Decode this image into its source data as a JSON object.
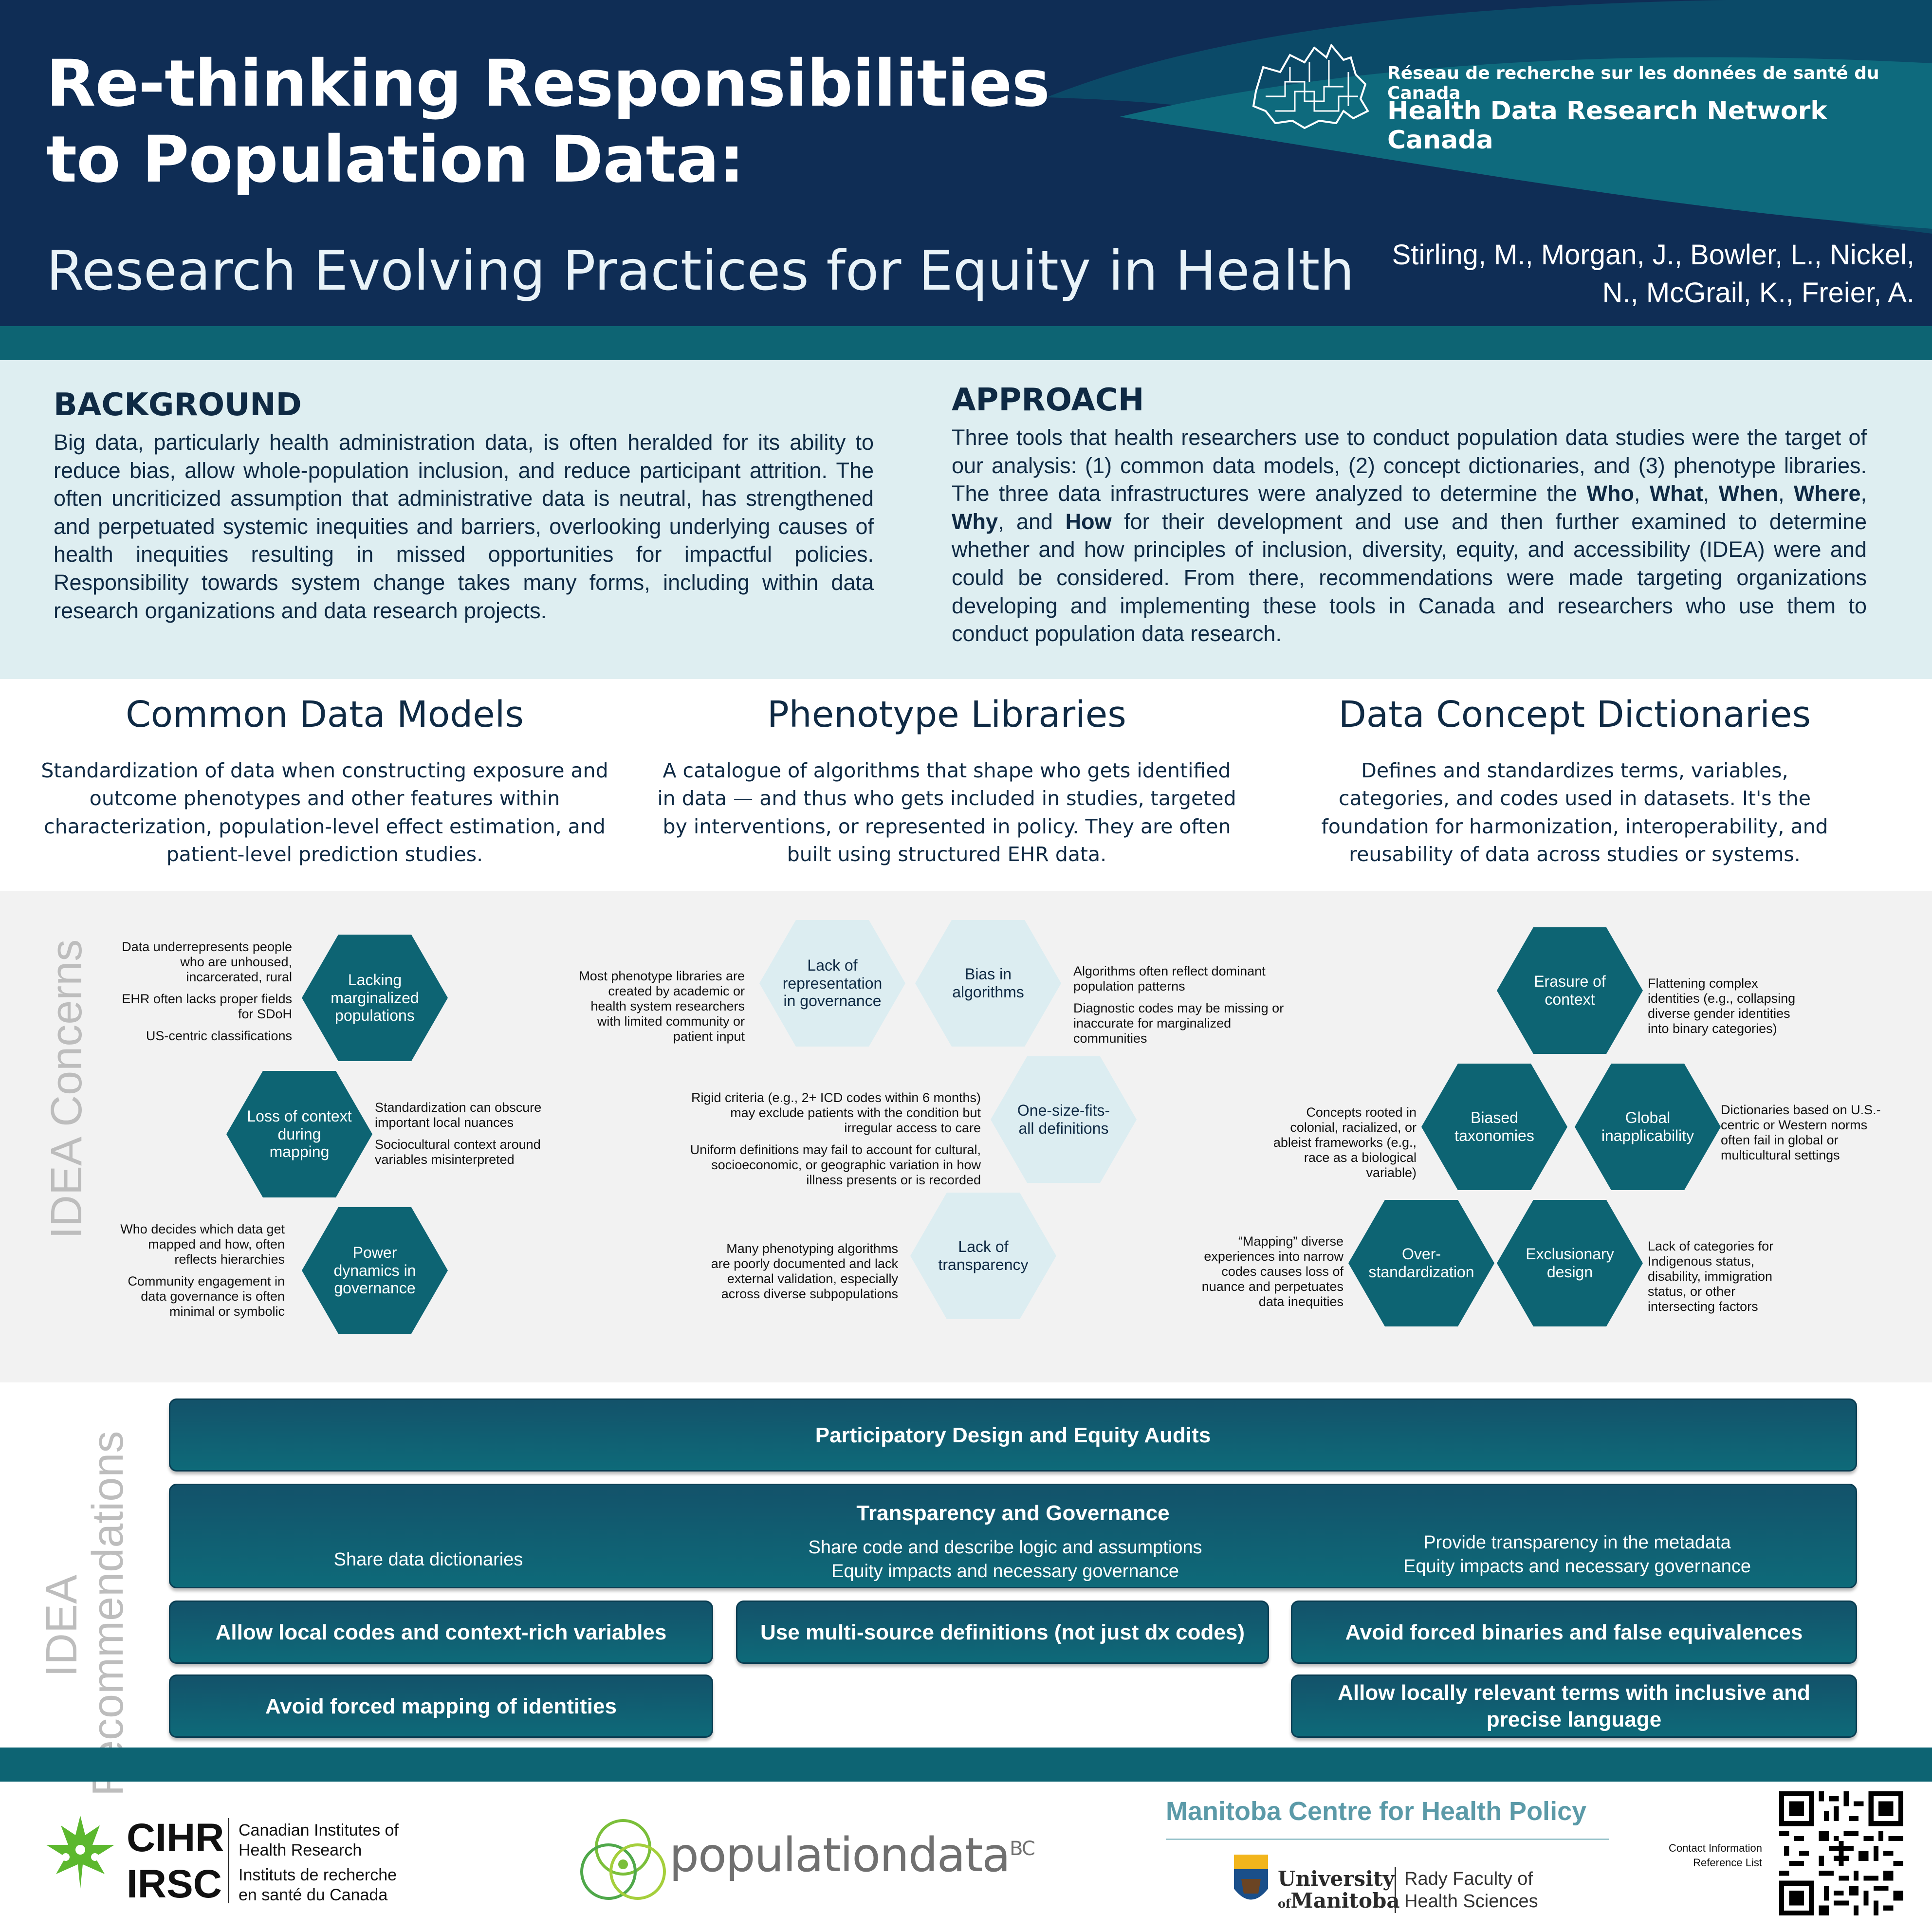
{
  "header": {
    "title_line1": "Re-thinking Responsibilities",
    "title_line2": "to Population Data:",
    "subtitle": "Research Evolving Practices for Equity in Health",
    "authors_line1": "Stirling, M., Morgan, J., Bowler, L., Nickel,",
    "authors_line2": "N., McGrail, K., Freier, A.",
    "org_fr": "Réseau de recherche sur les données de santé du Canada",
    "org_en": "Health Data Research Network Canada"
  },
  "background": {
    "title": "BACKGROUND",
    "body": "Big data, particularly health administration data, is often heralded for its ability to reduce bias, allow whole-population inclusion, and reduce participant attrition. The often uncriticized assumption that administrative data is neutral, has strengthened and perpetuated systemic inequities and barriers, overlooking underlying causes of health inequities resulting in missed opportunities for impactful policies. Responsibility towards system change takes many forms, including within data research organizations and data research projects."
  },
  "approach": {
    "title": "APPROACH",
    "body_1": "Three tools that health researchers use to conduct population data studies were the target of our analysis: (1) common data models, (2) concept dictionaries, and (3) phenotype libraries. The three data infrastructures were analyzed to determine the ",
    "who": "Who",
    "what": "What",
    "when": "When",
    "where": "Where",
    "why": "Why",
    "how": "How",
    "sep_comma": ", ",
    "sep_and": ", and ",
    "body_2": " for their development and use and then further examined to determine whether and how principles of inclusion, diversity, equity, and accessibility (IDEA) were and could be considered. From there, recommendations were made targeting organizations developing and implementing these tools in Canada and researchers who use them to conduct population data research."
  },
  "tools": [
    {
      "title": "Common Data Models",
      "desc": "Standardization of data when constructing exposure and outcome phenotypes and other features within characterization, population-level effect estimation, and patient-level prediction studies."
    },
    {
      "title": "Phenotype Libraries",
      "desc": "A catalogue of algorithms that shape who gets identified in data — and thus who gets included in studies, targeted by interventions, or represented in policy. They are often built using structured EHR data."
    },
    {
      "title": "Data Concept Dictionaries",
      "desc": "Defines and standardizes terms, variables, categories, and codes used in datasets. It's the foundation for harmonization, interoperability, and reusability of data across studies or systems."
    }
  ],
  "concerns": {
    "label": "IDEA Concerns",
    "cdm": {
      "hex1": "Lacking marginalized populations",
      "hex2": "Loss of context during mapping",
      "hex3": "Power dynamics in governance",
      "note1": [
        "Data underrepresents people who are unhoused, incarcerated, rural",
        "EHR often lacks proper fields for SDoH",
        "US-centric classifications"
      ],
      "note2": [
        "Standardization can obscure important local nuances",
        "Sociocultural context around variables misinterpreted"
      ],
      "note3": [
        "Who decides which data get mapped and how, often reflects hierarchies",
        "Community engagement in data governance is often minimal or symbolic"
      ]
    },
    "pl": {
      "hex1": "Lack of representation in governance",
      "hex2": "Bias in algorithms",
      "hex3": "One-size-fits-all definitions",
      "hex4": "Lack of transparency",
      "note1": [
        "Most phenotype libraries are created by academic or health system researchers with limited community or patient input"
      ],
      "note2": [
        "Algorithms often reflect dominant population patterns",
        "Diagnostic codes may be missing or inaccurate for marginalized communities"
      ],
      "note3": [
        "Rigid criteria (e.g., 2+ ICD codes within 6 months) may exclude patients with the condition but irregular access to care",
        "Uniform definitions may fail to account for cultural, socioeconomic, or geographic variation in how illness presents or is recorded"
      ],
      "note4": [
        "Many phenotyping algorithms are poorly documented and lack external validation, especially across diverse subpopulations"
      ]
    },
    "dcd": {
      "hex1": "Erasure of context",
      "hex2": "Biased taxonomies",
      "hex3": "Global inapplicability",
      "hex4": "Over-standardization",
      "hex5": "Exclusionary design",
      "note1": [
        "Flattening complex identities (e.g., collapsing diverse gender identities into binary categories)"
      ],
      "note2": [
        "Concepts rooted in colonial, racialized, or ableist frameworks (e.g., race as a biological variable)"
      ],
      "note3": [
        "Dictionaries based on U.S.-centric or Western norms often fail in global or multicultural settings"
      ],
      "note4": [
        "“Mapping” diverse experiences into narrow codes causes loss of nuance and perpetuates data inequities"
      ],
      "note5": [
        "Lack of categories for Indigenous status, disability, immigration status, or other intersecting factors"
      ]
    }
  },
  "recommendations": {
    "label_line1": "IDEA",
    "label_line2": "Recommendations",
    "r1": "Participatory Design and Equity Audits",
    "r2_title": "Transparency and Governance",
    "r2_sub1": "Share data dictionaries",
    "r2_sub2a": "Share code and describe logic and assumptions",
    "r2_sub2b": "Equity impacts and necessary governance",
    "r2_sub3a": "Provide transparency in the metadata",
    "r2_sub3b": "Equity impacts and necessary governance",
    "r3a": "Allow local codes and context-rich variables",
    "r3b": "Use multi-source definitions (not just dx codes)",
    "r3c": "Avoid forced binaries and false equivalences",
    "r4a": "Avoid forced mapping of identities",
    "r4c": "Allow locally relevant terms with inclusive and precise language"
  },
  "footer": {
    "cihr": "CIHR",
    "irsc": "IRSC",
    "cihr_en1": "Canadian Institutes of",
    "cihr_en2": "Health Research",
    "cihr_fr1": "Instituts de recherche",
    "cihr_fr2": "en santé du Canada",
    "popdata": "populationdata",
    "popdata_bc": "BC",
    "mchp": "Manitoba Centre for Health Policy",
    "um1": "University",
    "um_of": "of",
    "um2": "Manitoba",
    "rady1": "Rady Faculty of",
    "rady2": "Health Sciences",
    "contact1": "Contact Information",
    "contact2": "Reference List"
  },
  "colors": {
    "navy": "#0f2d55",
    "teal": "#0d6473",
    "light_teal": "#deeef1",
    "green": "#7bbf3a"
  }
}
